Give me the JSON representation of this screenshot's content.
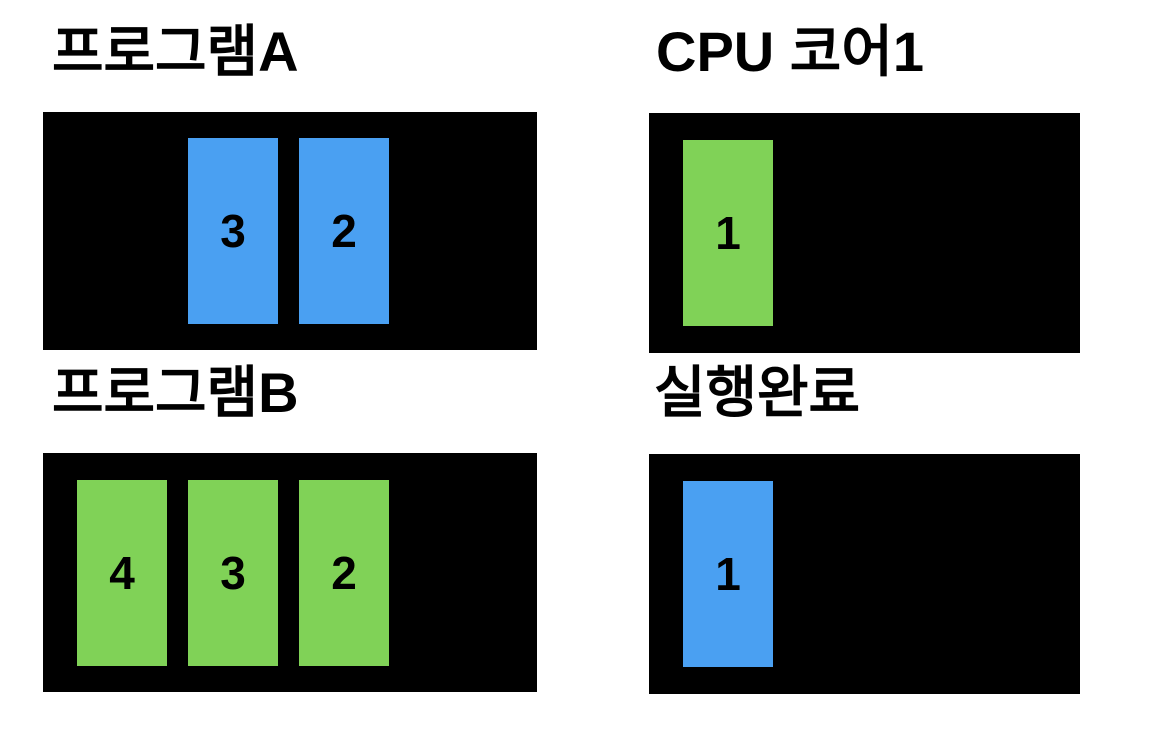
{
  "canvas": {
    "background": "#FFFFFF"
  },
  "colors": {
    "panel_bg": "#000000",
    "blue": "#4AA0F2",
    "green": "#80D257",
    "title_text": "#000000",
    "block_label_text": "#000000"
  },
  "panels": [
    {
      "id": "program-a",
      "title": "프로그램A",
      "blocks": [
        {
          "label": "3",
          "color": "blue",
          "slot": 2
        },
        {
          "label": "2",
          "color": "blue",
          "slot": 3
        }
      ]
    },
    {
      "id": "cpu-core-1",
      "title": "CPU 코어1",
      "blocks": [
        {
          "label": "1",
          "color": "green",
          "slot": 1
        }
      ]
    },
    {
      "id": "program-b",
      "title": "프로그램B",
      "blocks": [
        {
          "label": "4",
          "color": "green",
          "slot": 1
        },
        {
          "label": "3",
          "color": "green",
          "slot": 2
        },
        {
          "label": "2",
          "color": "green",
          "slot": 3
        }
      ]
    },
    {
      "id": "execution-complete",
      "title": "실행완료",
      "blocks": [
        {
          "label": "1",
          "color": "blue",
          "slot": 1
        }
      ]
    }
  ]
}
